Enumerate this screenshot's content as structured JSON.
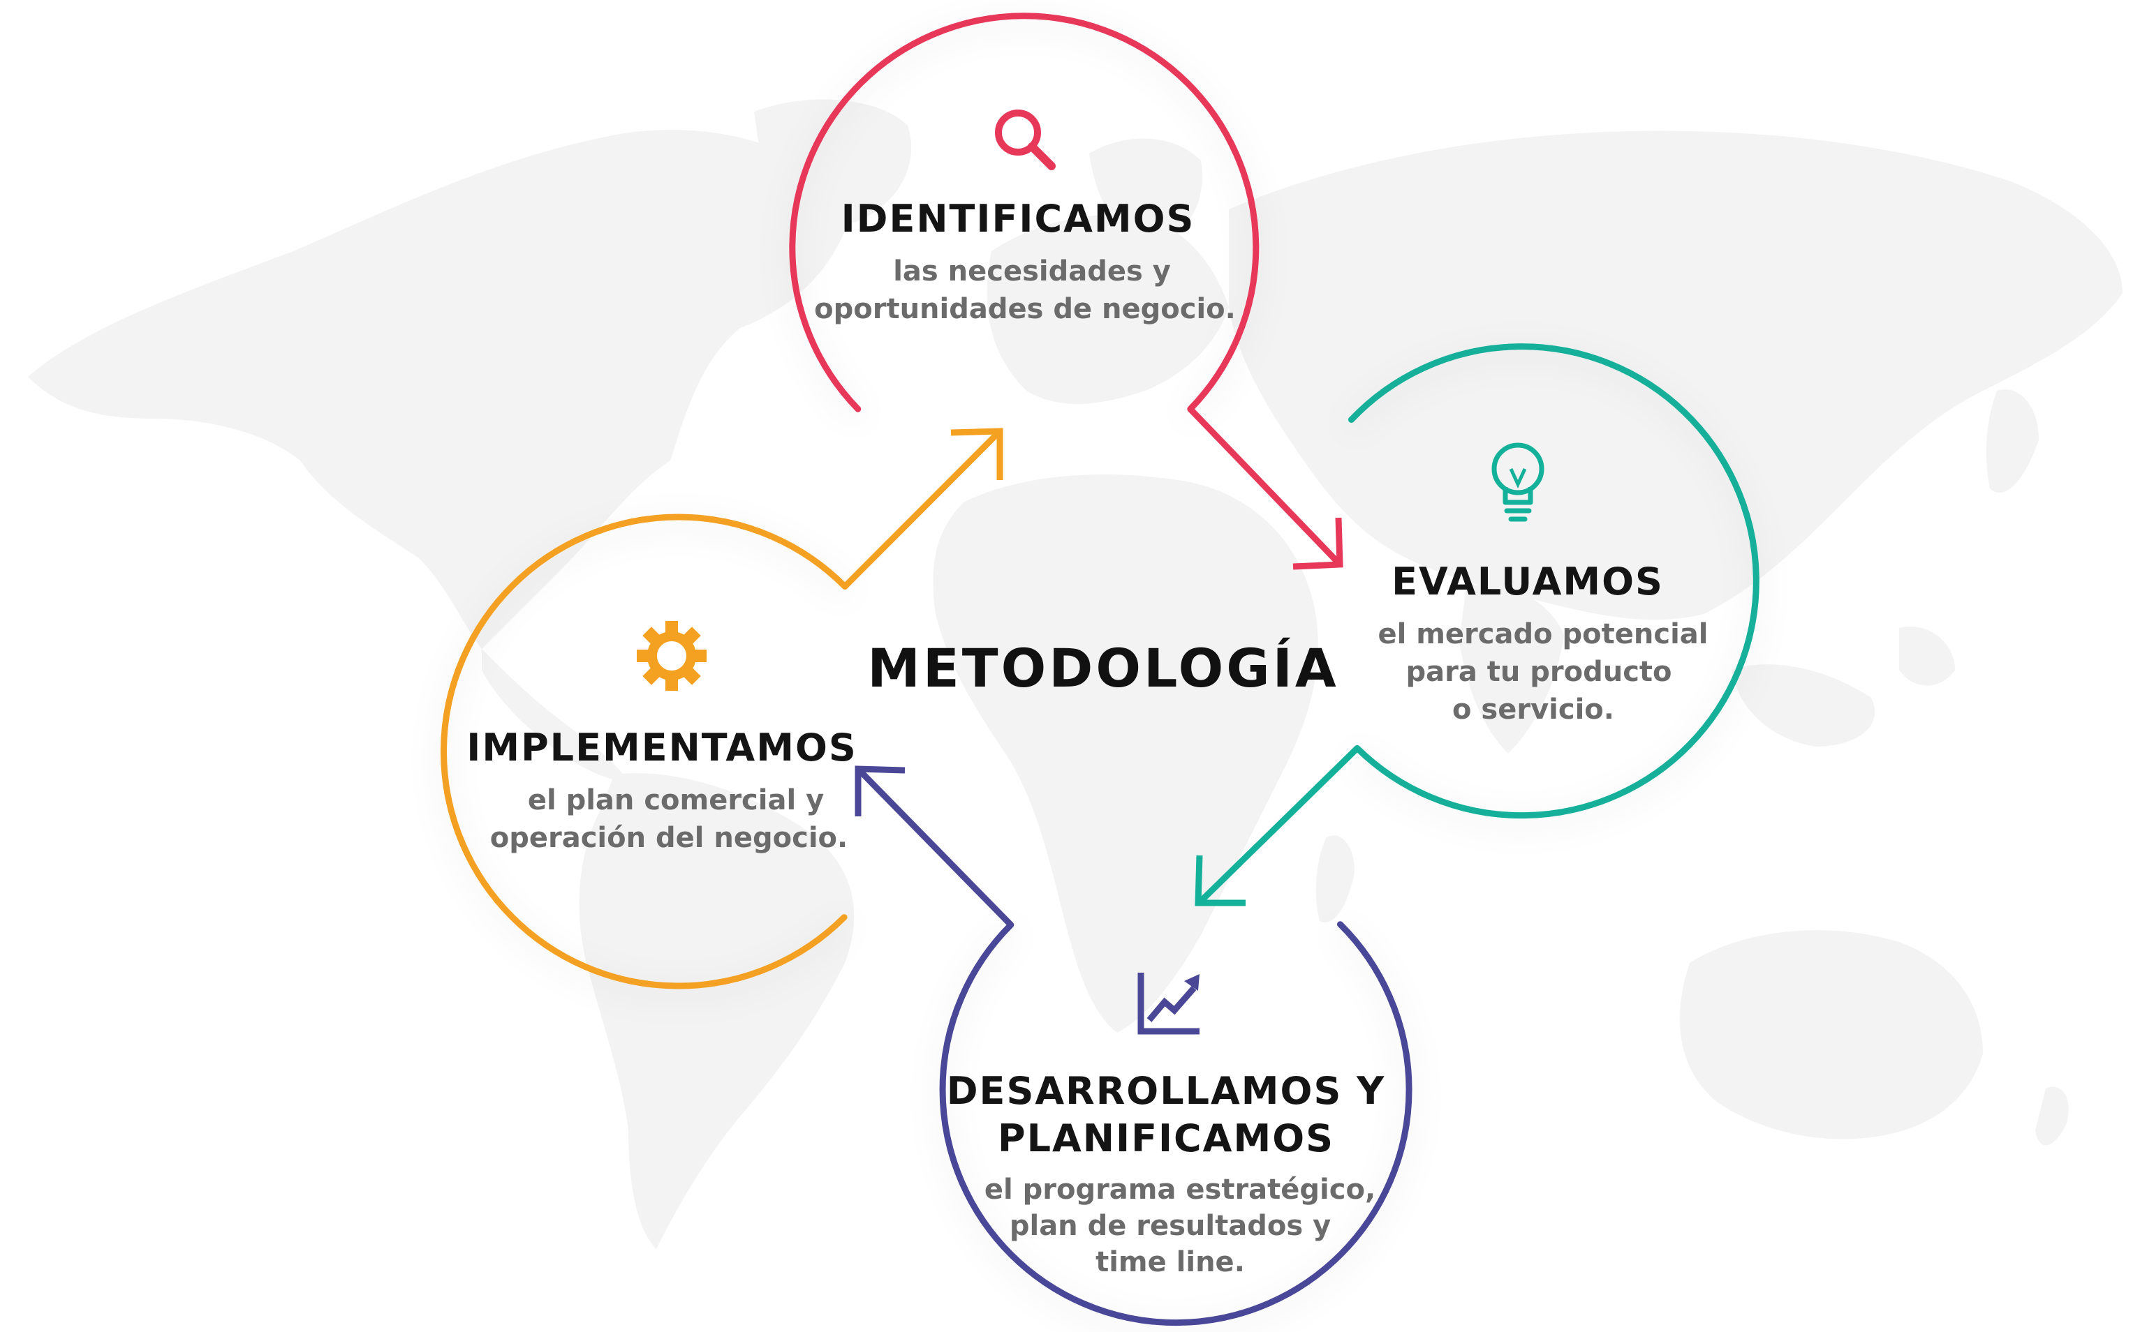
{
  "center_title": "METODOLOGÍA",
  "colors": {
    "identify": "#e8385a",
    "evaluate": "#13b09a",
    "develop": "#4a4797",
    "implement": "#f4a020",
    "map": "#f3f3f3"
  },
  "steps": {
    "identify": {
      "title": "IDENTIFICAMOS",
      "desc": [
        "las necesidades y",
        "oportunidades de negocio."
      ],
      "icon": "magnifier-icon"
    },
    "evaluate": {
      "title": "EVALUAMOS",
      "desc": [
        "el mercado potencial",
        "para tu producto",
        "o servicio."
      ],
      "icon": "lightbulb-icon"
    },
    "develop": {
      "title": [
        "DESARROLLAMOS Y",
        "PLANIFICAMOS"
      ],
      "desc": [
        "el programa estratégico,",
        "plan de resultados y",
        "time line."
      ],
      "icon": "growth-chart-icon"
    },
    "implement": {
      "title": "IMPLEMENTAMOS",
      "desc": [
        "el plan comercial y",
        "operación del negocio."
      ],
      "icon": "gear-icon"
    }
  }
}
